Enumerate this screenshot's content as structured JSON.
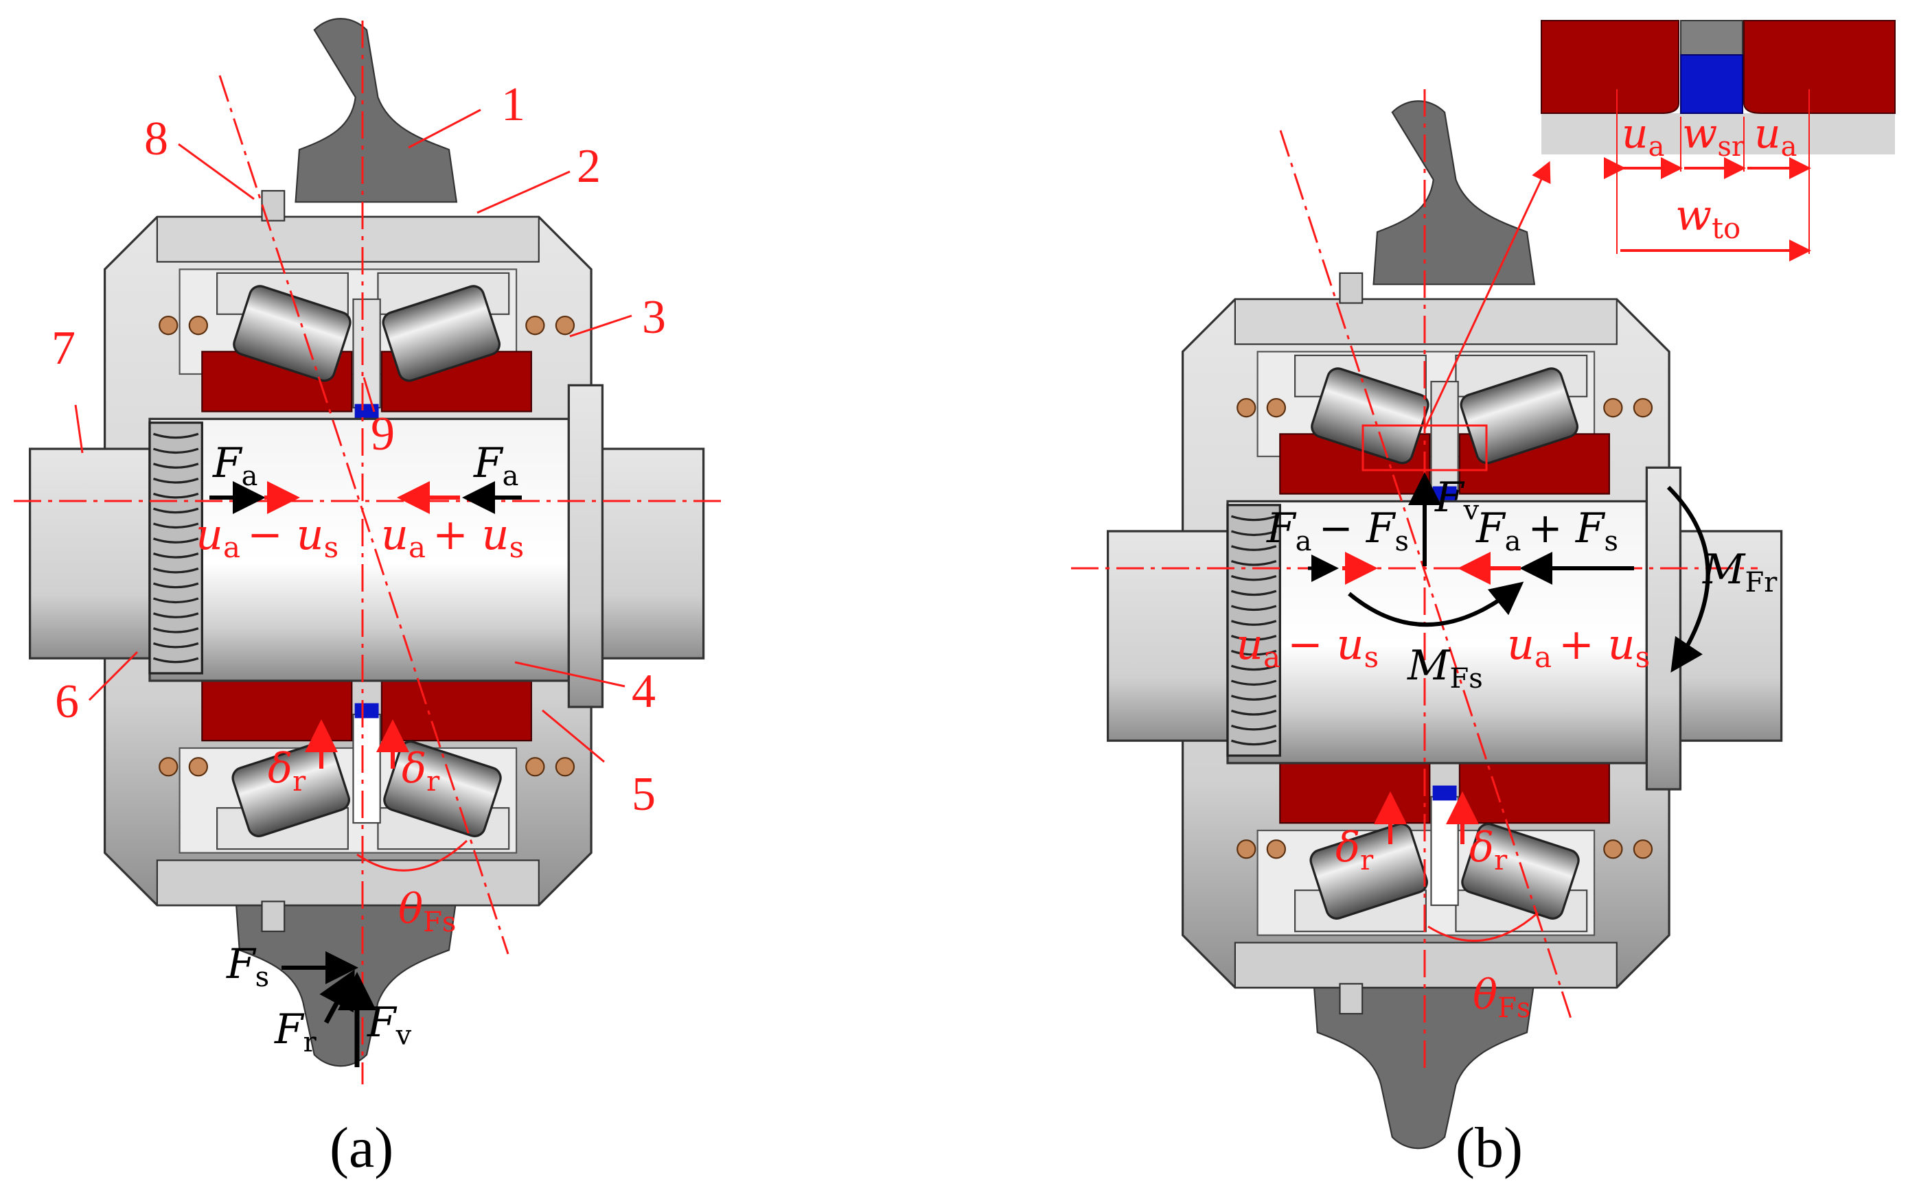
{
  "panel_a": {
    "caption": "(a)",
    "part_numbers": [
      "1",
      "2",
      "3",
      "4",
      "5",
      "6",
      "7",
      "8",
      "9"
    ],
    "labels": {
      "fa_left": "F",
      "fa_left_sub": "a",
      "fa_right": "F",
      "fa_right_sub": "a",
      "ua_minus_us": "u",
      "ua_minus_us_sub": "a",
      "ua_minus_us_op": "− u",
      "ua_minus_us_sub2": "s",
      "ua_plus_us": "u",
      "ua_plus_us_sub": "a",
      "ua_plus_us_op": "+ u",
      "ua_plus_us_sub2": "s",
      "dr_left": "δ",
      "dr_left_sub": "r",
      "dr_right": "δ",
      "dr_right_sub": "r",
      "theta": "θ",
      "theta_sub": "Fs",
      "fs": "F",
      "fs_sub": "s",
      "fr": "F",
      "fr_sub": "r",
      "fv": "F",
      "fv_sub": "v"
    }
  },
  "panel_b": {
    "caption": "(b)",
    "labels": {
      "fa_minus_fs": "F",
      "fa_minus_fs_sub": "a",
      "fa_minus_fs_op": "− F",
      "fa_minus_fs_sub2": "s",
      "fa_plus_fs": "F",
      "fa_plus_fs_sub": "a",
      "fa_plus_fs_op": "+ F",
      "fa_plus_fs_sub2": "s",
      "fv": "F",
      "fv_sub": "v",
      "mfr": "M",
      "mfr_sub": "Fr",
      "mfs": "M",
      "mfs_sub": "Fs",
      "ua_minus_us": "u",
      "ua_minus_us_sub": "a",
      "ua_minus_us_op": "− u",
      "ua_minus_us_sub2": "s",
      "ua_plus_us": "u",
      "ua_plus_us_sub": "a",
      "ua_plus_us_op": "+ u",
      "ua_plus_us_sub2": "s",
      "dr_left": "δ",
      "dr_left_sub": "r",
      "dr_right": "δ",
      "dr_right_sub": "r",
      "theta": "θ",
      "theta_sub": "Fs"
    },
    "inset": {
      "ua_left": "u",
      "ua_left_sub": "a",
      "wsr": "w",
      "wsr_sub": "sr",
      "ua_right": "u",
      "ua_right_sub": "a",
      "wto": "w",
      "wto_sub": "to"
    }
  },
  "colors": {
    "red_part": "#a30000",
    "blue_seal": "#0a14c8",
    "housing_gray": "#d9d9d9",
    "wheel_gray": "#6e6e6e",
    "annotation_red": "#ff1a1a"
  }
}
